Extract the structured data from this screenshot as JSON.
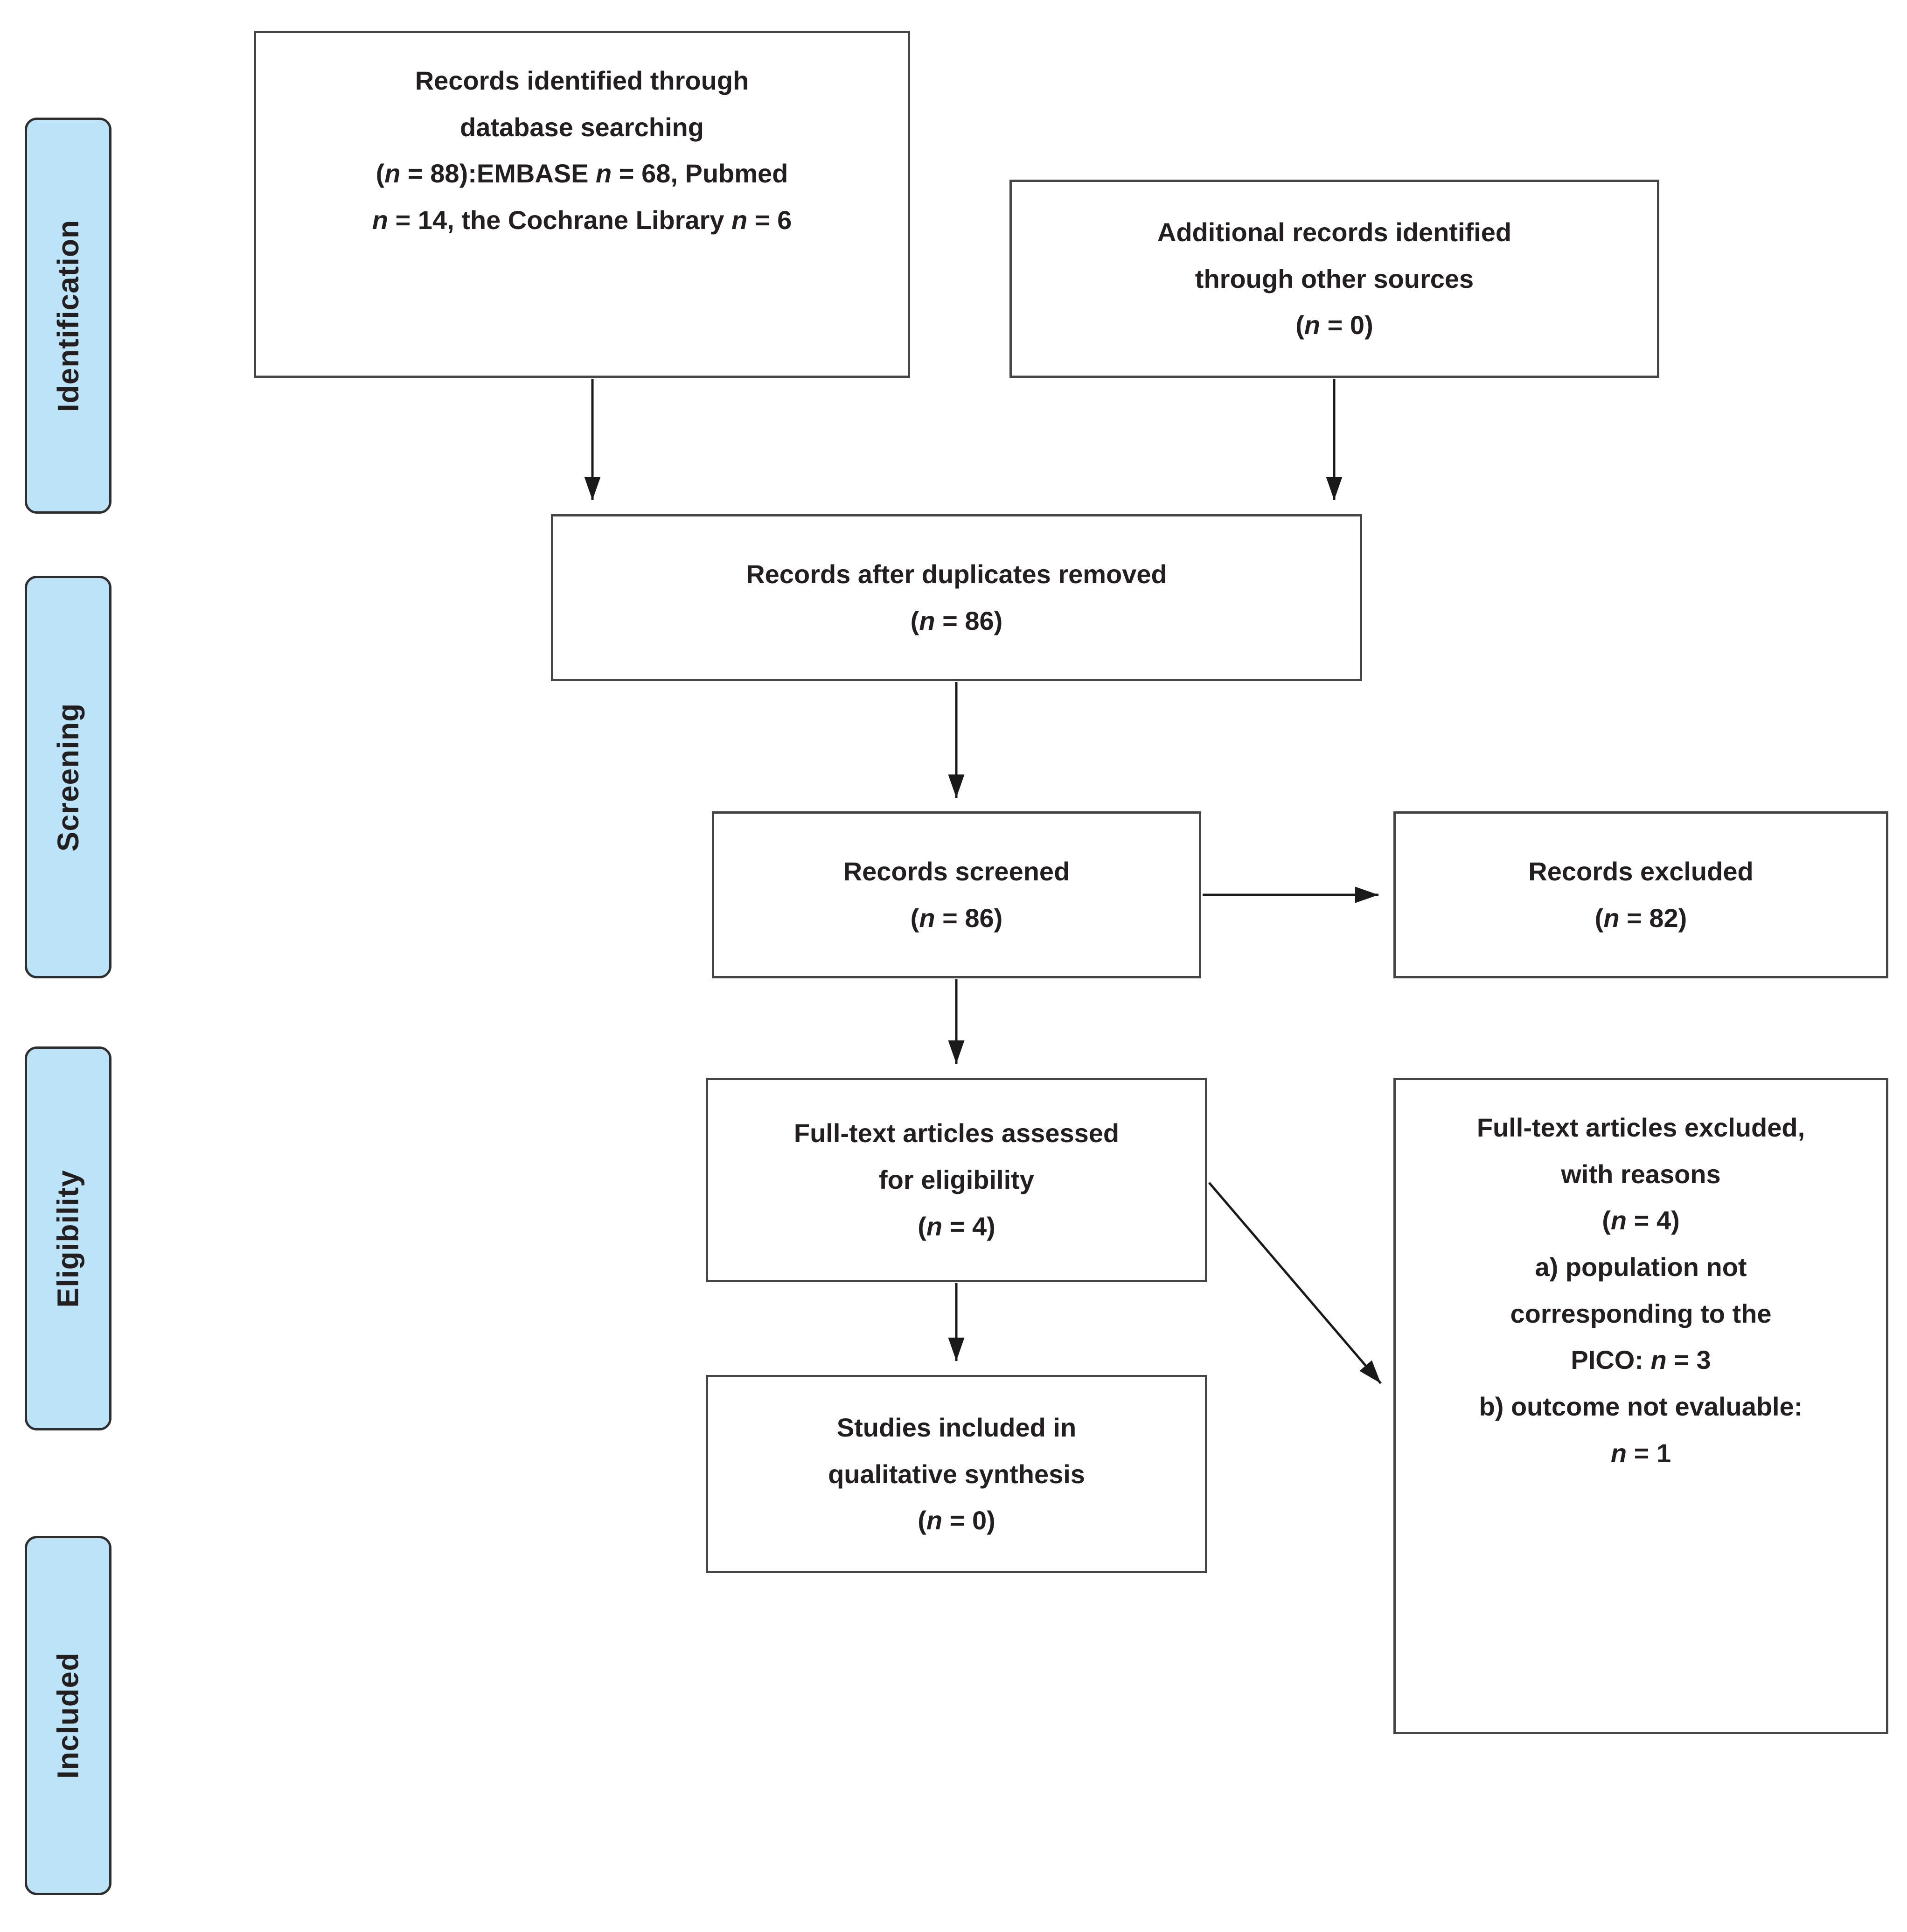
{
  "diagram_title": "PRISMA flow diagram",
  "colors": {
    "stage_fill": "#bde3f8",
    "stage_border": "#2e2e2e",
    "box_border": "#454545",
    "text": "#231f20",
    "arrow": "#1a1a1a"
  },
  "sidebar": {
    "stages": [
      {
        "label": "Identification"
      },
      {
        "label": "Screening"
      },
      {
        "label": "Eligibility"
      },
      {
        "label": "Included"
      }
    ]
  },
  "boxes": {
    "identified": {
      "text": "Records identified through\ndatabase searching\n(n = 88):EMBASE n = 68, Pubmed\nn = 14, the Cochrane Library n = 6"
    },
    "additional": {
      "text": "Additional records identified\nthrough other sources\n(n = 0)"
    },
    "deduplicated": {
      "text": "Records after duplicates removed\n(n = 86)"
    },
    "screened": {
      "text": "Records screened\n(n = 86)"
    },
    "excluded": {
      "text": "Records excluded\n(n = 82)"
    },
    "fulltext_assessed": {
      "text": "Full-text articles assessed\nfor eligibility\n(n = 4)"
    },
    "fulltext_excluded": {
      "text": "Full-text articles excluded,\nwith reasons\n(n = 4)\na) population not\ncorresponding to the\nPICO: n = 3\nb) outcome not evaluable:\nn = 1"
    },
    "included_qualitative": {
      "text": "Studies included in\nqualitative synthesis\n(n = 0)"
    }
  }
}
